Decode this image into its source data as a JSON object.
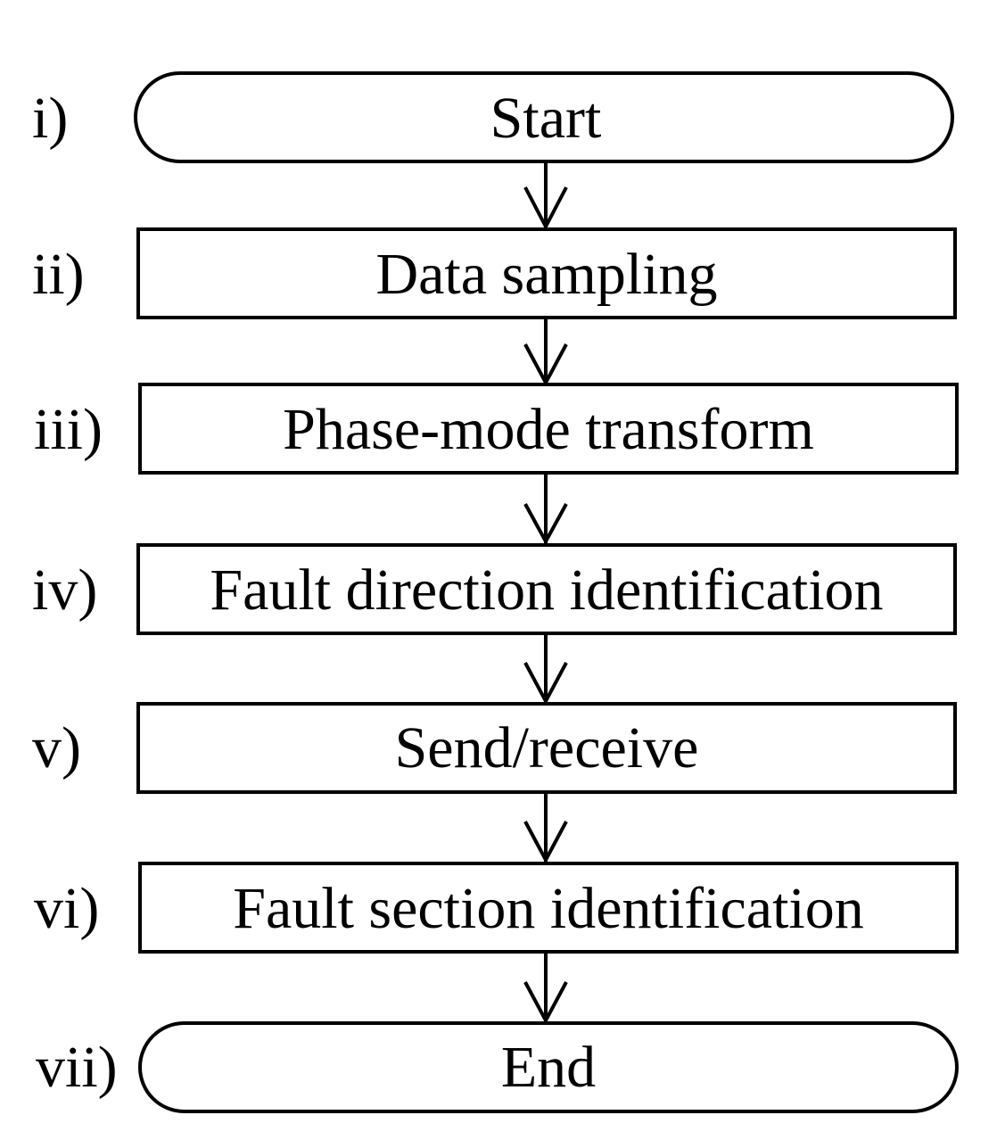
{
  "diagram": {
    "steps": [
      {
        "label": "i)",
        "text": "Start",
        "shape": "terminator"
      },
      {
        "label": "ii)",
        "text": "Data sampling",
        "shape": "process"
      },
      {
        "label": "iii)",
        "text": "Phase-mode transform",
        "shape": "process"
      },
      {
        "label": "iv)",
        "text": "Fault direction identification",
        "shape": "process"
      },
      {
        "label": "v)",
        "text": "Send/receive",
        "shape": "process"
      },
      {
        "label": "vi)",
        "text": "Fault section identification",
        "shape": "process"
      },
      {
        "label": "vii)",
        "text": "End",
        "shape": "terminator"
      }
    ],
    "colors": {
      "stroke": "#000000",
      "fill": "#ffffff",
      "text": "#000000"
    }
  }
}
